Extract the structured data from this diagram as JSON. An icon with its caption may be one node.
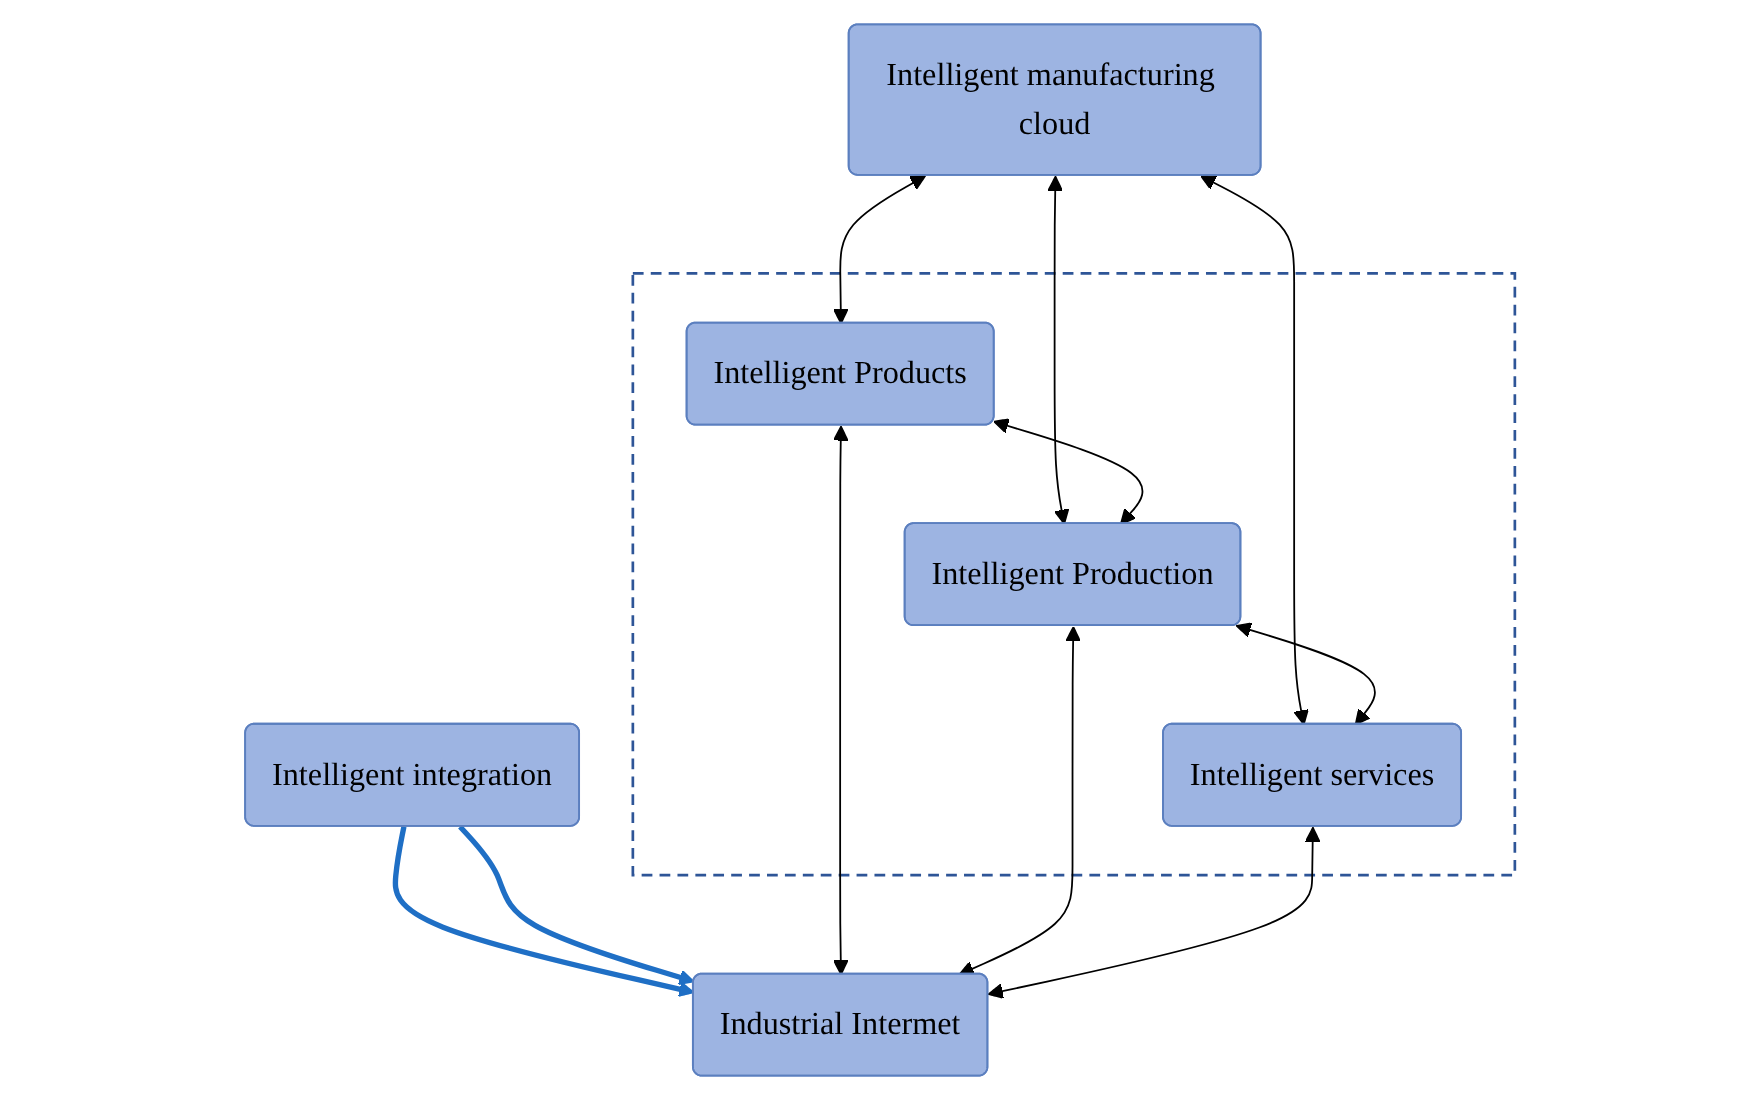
{
  "diagram": {
    "nodes": [
      {
        "text": [
          "Intelligent integration"
        ]
      },
      {
        "text": [
          "Intelligent manufacturing cloud"
        ]
      },
      {
        "text": [],
        "shape": "box"
      },
      {
        "text": [
          "Intelligent Products"
        ],
        "in": 2
      },
      {
        "text": [
          "Intelligent Production"
        ],
        "in": 2
      },
      {
        "text": [
          "Intelligent services"
        ],
        "in": 2
      },
      {
        "text": [
          "Industrial Intermet"
        ]
      }
    ],
    "edges": [
      {
        "from": 0,
        "to": 6,
        "arrow": "to",
        "color": "#1f6fc5",
        "style": "thick"
      },
      {
        "from": 0,
        "to": 6,
        "arrow": "to",
        "color": "#1f6fc5",
        "style": "thick"
      },
      {
        "from": 1,
        "to": 3,
        "arrow": "both"
      },
      {
        "from": 1,
        "to": 4,
        "arrow": "both"
      },
      {
        "from": 1,
        "to": 5,
        "arrow": "both"
      },
      {
        "from": 3,
        "to": 4,
        "arrow": "both"
      },
      {
        "from": 4,
        "to": 5,
        "arrow": "both"
      },
      {
        "from": 3,
        "to": 6,
        "arrow": "both"
      },
      {
        "from": 4,
        "to": 6,
        "arrow": "both"
      },
      {
        "from": 5,
        "to": 6,
        "arrow": "both"
      }
    ]
  }
}
